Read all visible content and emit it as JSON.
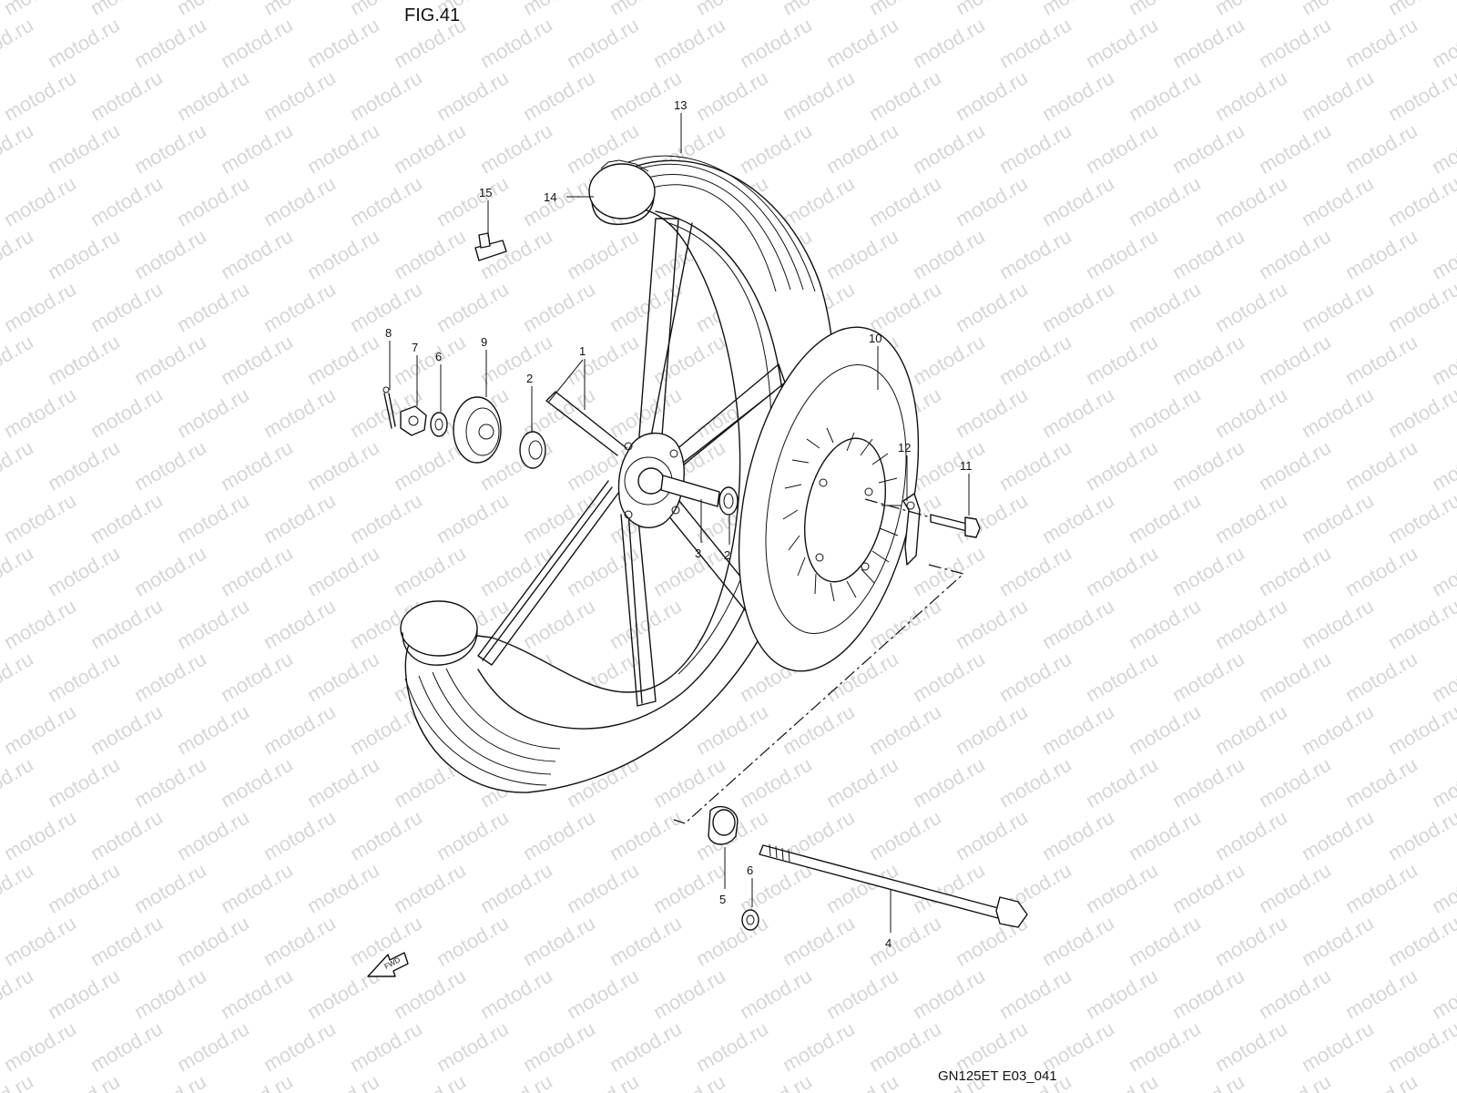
{
  "figure": {
    "title": "FIG.41",
    "code": "GN125ET E03_041",
    "watermark": "motod.ru",
    "fwd_label": "FWD"
  },
  "callouts": [
    {
      "id": "c1",
      "label": "1"
    },
    {
      "id": "c2a",
      "label": "2"
    },
    {
      "id": "c2b",
      "label": "2"
    },
    {
      "id": "c3",
      "label": "3"
    },
    {
      "id": "c4",
      "label": "4"
    },
    {
      "id": "c5",
      "label": "5"
    },
    {
      "id": "c6a",
      "label": "6"
    },
    {
      "id": "c6b",
      "label": "6"
    },
    {
      "id": "c7",
      "label": "7"
    },
    {
      "id": "c8",
      "label": "8"
    },
    {
      "id": "c9",
      "label": "9"
    },
    {
      "id": "c10",
      "label": "10"
    },
    {
      "id": "c11",
      "label": "11"
    },
    {
      "id": "c12",
      "label": "12"
    },
    {
      "id": "c13",
      "label": "13"
    },
    {
      "id": "c14",
      "label": "14"
    },
    {
      "id": "c15",
      "label": "15"
    }
  ]
}
